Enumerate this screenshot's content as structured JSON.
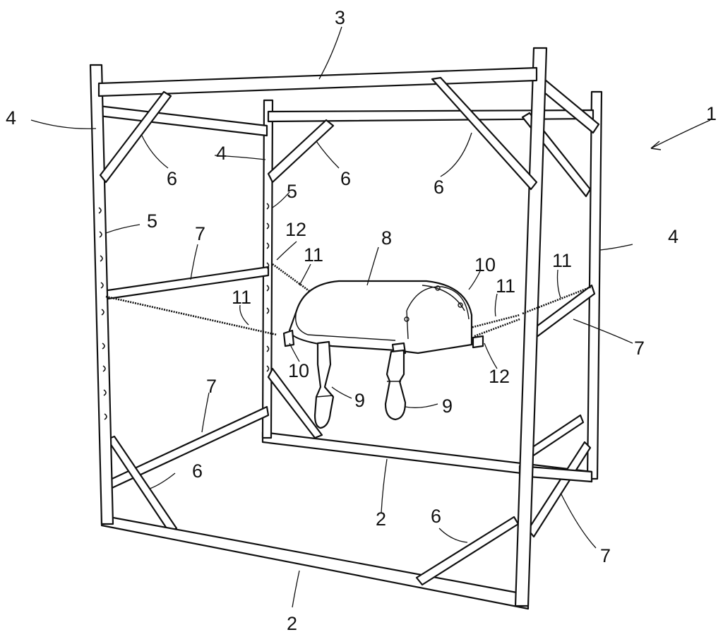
{
  "labels": {
    "frame": "1",
    "base_front": "2",
    "base_back": "2",
    "top_beam": "3",
    "post_front_left": "4",
    "post_back_left": "4",
    "post_right": "4",
    "holes_left": "5",
    "holes_back": "5",
    "brace_top_left": "6",
    "brace_top_mid": "6",
    "brace_top_right": "6",
    "brace_bottom_left": "6",
    "brace_bottom_right": "6",
    "bar_left_upper": "7",
    "bar_left_lower": "7",
    "bar_right_upper": "7",
    "bar_right_lower": "7",
    "saddle": "8",
    "stirrup_left": "9",
    "stirrup_right": "9",
    "clamp_left": "10",
    "clamp_right": "10",
    "strap_back": "11",
    "strap_left": "11",
    "strap_right_a": "11",
    "strap_right_b": "11",
    "anchor_back": "12",
    "anchor_right": "12"
  }
}
